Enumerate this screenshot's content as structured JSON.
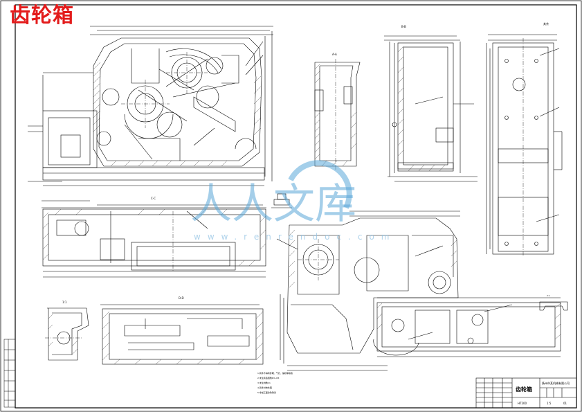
{
  "sheet": {
    "title_overlay": "齿轮箱",
    "roughness_mark": "其余",
    "section_labels": {
      "a_a": "A-A",
      "b_b": "B-B",
      "c_c": "C-C",
      "d_d": "D-D",
      "view_1": "1:1",
      "view_2": "2:1"
    },
    "title_block": {
      "part_name": "齿轮箱",
      "company": "扬州市某机械有限公司",
      "scale_text": "1:5",
      "material": "HT200",
      "drawing_no": "01"
    },
    "notes": [
      "1.铸件不得有砂眼、气孔、缩松等缺陷",
      "2.未注铸造圆角R3~R5",
      "3.未注倒角C1",
      "4.铸件时效处理",
      "5.非加工面涂防锈漆"
    ]
  },
  "watermark": {
    "logo_text": "人人文库",
    "url_text": "www.renrendoc.com",
    "color": "#5aa7d8"
  }
}
